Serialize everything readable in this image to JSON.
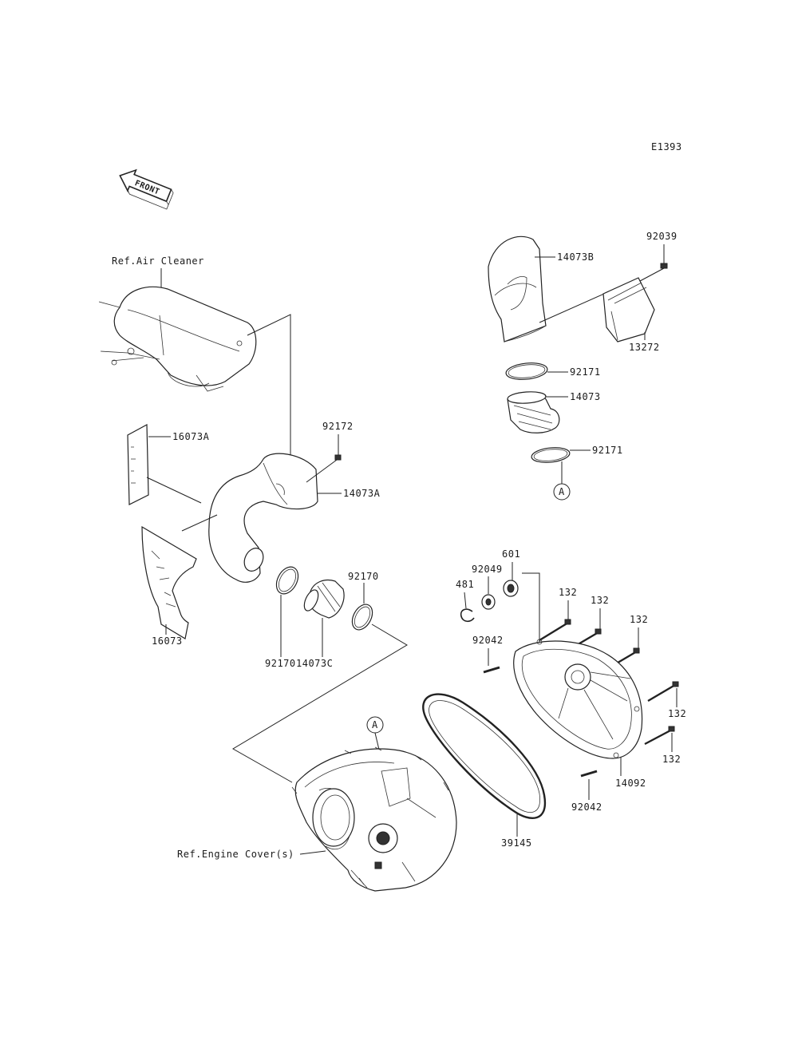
{
  "diagram": {
    "code": "E1393",
    "front_label": "FRONT",
    "labels": {
      "ref_air_cleaner": "Ref.Air Cleaner",
      "ref_engine_covers": "Ref.Engine Cover(s)",
      "p14073B": "14073B",
      "p92039": "92039",
      "p13272": "13272",
      "p92171_a": "92171",
      "p14073": "14073",
      "p92171_b": "92171",
      "callout_a_top": "A",
      "p16073A": "16073A",
      "p92172": "92172",
      "p14073A": "14073A",
      "p92170_a": "92170",
      "p92170_b": "92170",
      "p14073C": "14073C",
      "p16073": "16073",
      "p601": "601",
      "p92049": "92049",
      "p481": "481",
      "p132_a": "132",
      "p132_b": "132",
      "p132_c": "132",
      "p132_d": "132",
      "p132_e": "132",
      "p92042_a": "92042",
      "p92042_b": "92042",
      "p14092": "14092",
      "p39145": "39145",
      "callout_a_bottom": "A"
    }
  }
}
